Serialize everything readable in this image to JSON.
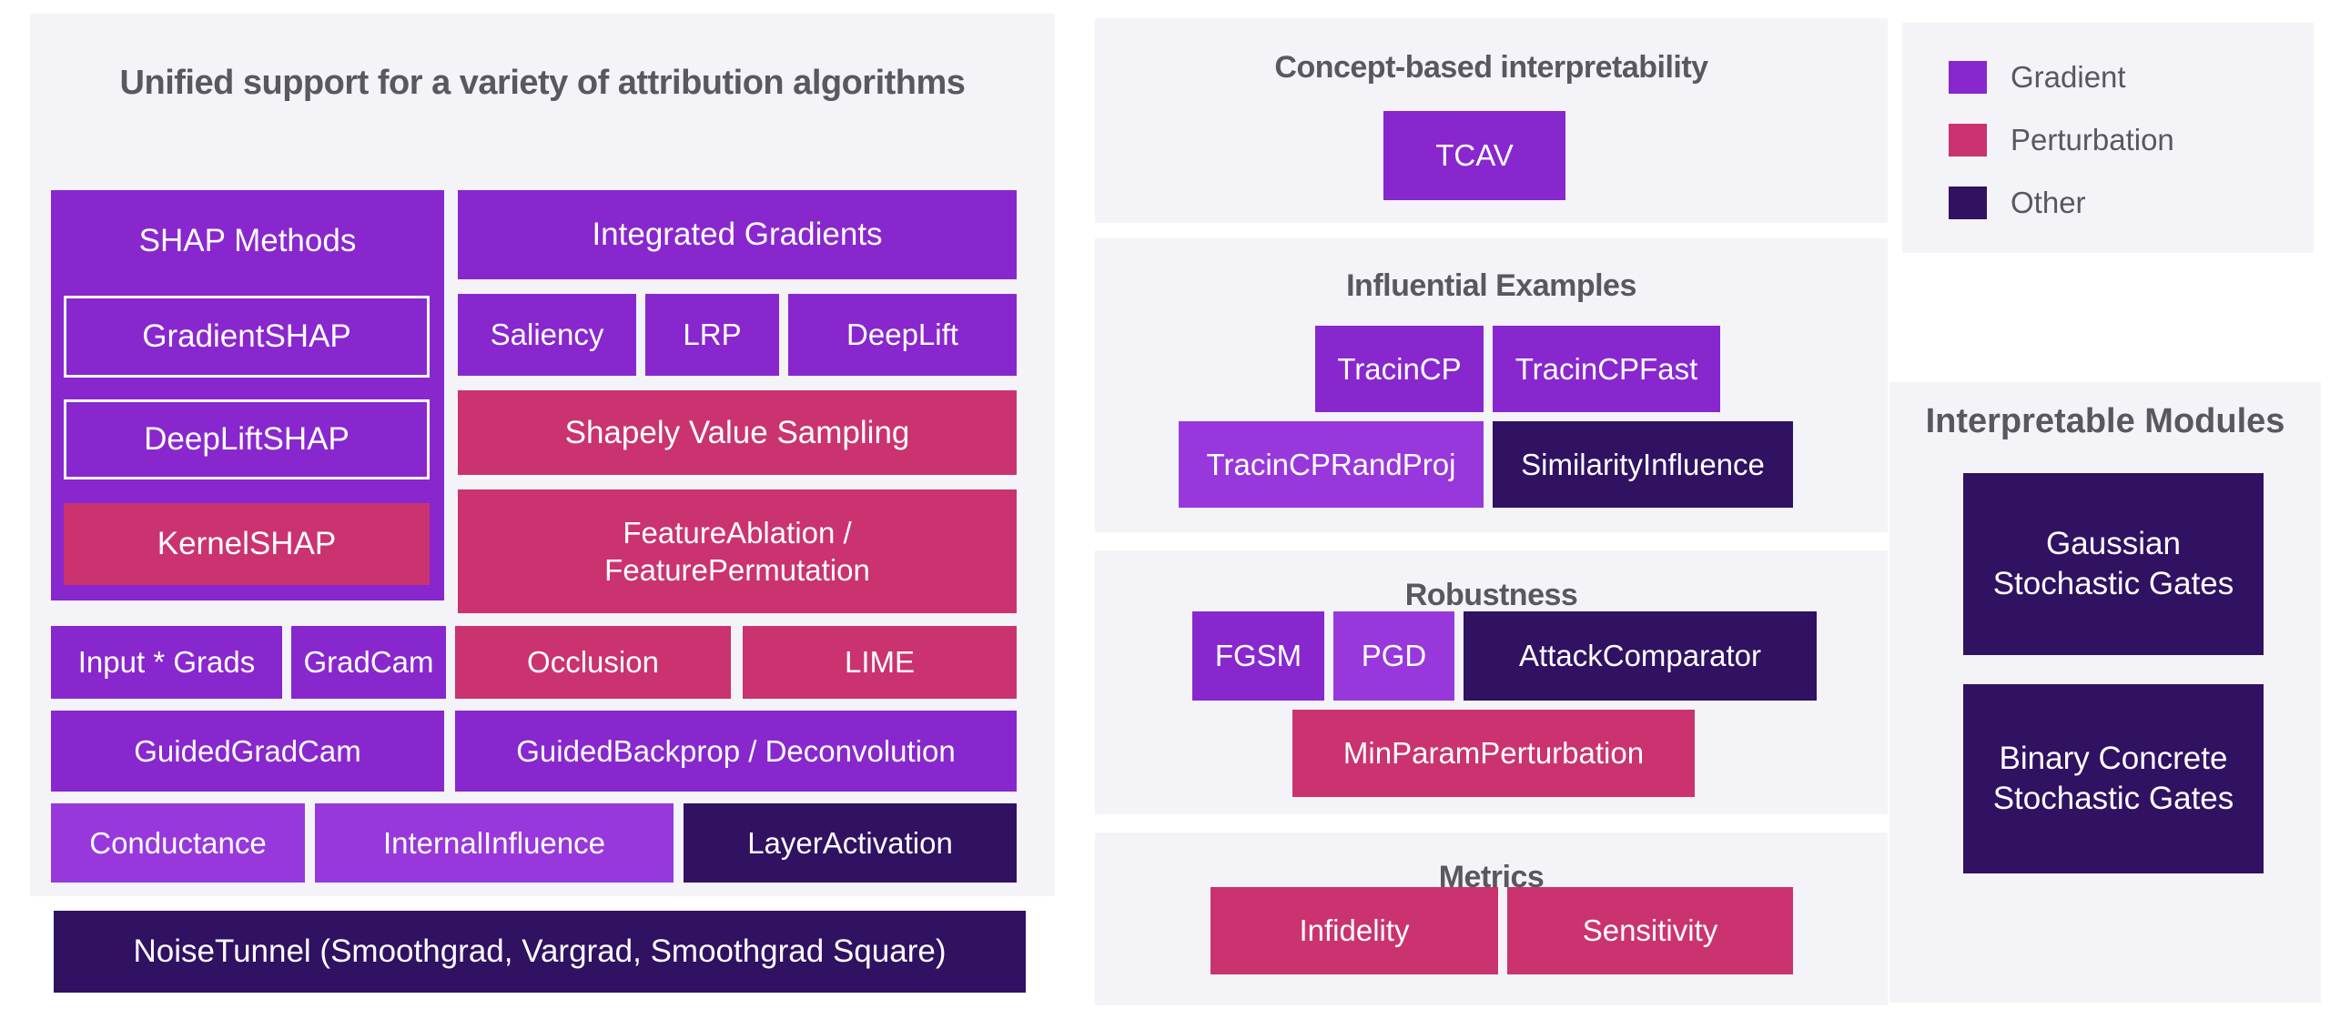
{
  "colors": {
    "page_background": "#ffffff",
    "panel_background": "#f4f3f7",
    "gradient": "#8927ce",
    "gradient_light": "#9838dc",
    "perturbation": "#ca3370",
    "other": "#301162",
    "heading_text": "#5a5760",
    "box_text": "#ffffff"
  },
  "left_panel": {
    "title": "Unified support for a variety of attribution algorithms",
    "shap_group": {
      "header": "SHAP Methods",
      "items": [
        "GradientSHAP",
        "DeepLiftSHAP",
        "KernelSHAP"
      ]
    },
    "boxes": {
      "integrated_gradients": "Integrated Gradients",
      "saliency": "Saliency",
      "lrp": "LRP",
      "deeplift": "DeepLift",
      "shapely_value_sampling": "Shapely Value Sampling",
      "feature_ablation": "FeatureAblation /\nFeaturePermutation",
      "input_grads": "Input * Grads",
      "gradcam": "GradCam",
      "occlusion": "Occlusion",
      "lime": "LIME",
      "guided_gradcam": "GuidedGradCam",
      "guided_backprop": "GuidedBackprop / Deconvolution",
      "conductance": "Conductance",
      "internal_influence": "InternalInfluence",
      "layer_activation": "LayerActivation",
      "noise_tunnel": "NoiseTunnel (Smoothgrad, Vargrad, Smoothgrad Square)"
    }
  },
  "concept_panel": {
    "title": "Concept-based interpretability",
    "tcav": "TCAV"
  },
  "influential_panel": {
    "title": "Influential Examples",
    "tracincp": "TracinCP",
    "tracincpfast": "TracinCPFast",
    "tracincprandproj": "TracinCPRandProj",
    "similarity_influence": "SimilarityInfluence"
  },
  "robustness_panel": {
    "title": "Robustness",
    "fgsm": "FGSM",
    "pgd": "PGD",
    "attack_comparator": "AttackComparator",
    "min_param_perturbation": "MinParamPerturbation"
  },
  "metrics_panel": {
    "title": "Metrics",
    "infidelity": "Infidelity",
    "sensitivity": "Sensitivity"
  },
  "legend": {
    "items": [
      {
        "label": "Gradient",
        "color": "#8927ce"
      },
      {
        "label": "Perturbation",
        "color": "#ca3370"
      },
      {
        "label": "Other",
        "color": "#301162"
      }
    ]
  },
  "interpretable_panel": {
    "title": "Interpretable Modules",
    "gaussian": "Gaussian\nStochastic Gates",
    "binary": "Binary Concrete\nStochastic Gates"
  }
}
